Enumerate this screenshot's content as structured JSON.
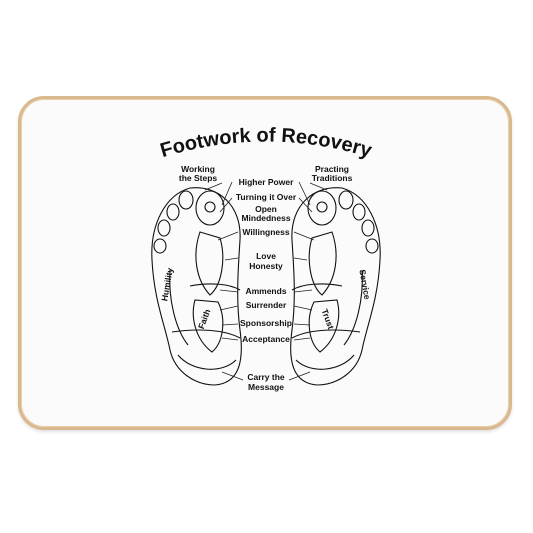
{
  "title": "Footwork of Recovery",
  "labels": {
    "working_line1": "Working",
    "working_line2": "the Steps",
    "practing_line1": "Practing",
    "practing_line2": "Traditions",
    "higher_power": "Higher Power",
    "turning": "Turning it Over",
    "open_line1": "Open",
    "open_line2": "Mindedness",
    "willingness": "Willingness",
    "love": "Love",
    "honesty": "Honesty",
    "ammends": "Ammends",
    "surrender": "Surrender",
    "sponsorship": "Sponsorship",
    "acceptance": "Acceptance",
    "carry_line1": "Carry the",
    "carry_line2": "Message",
    "humility": "Humility",
    "faith": "Faith",
    "service": "Service",
    "trust": "Trust"
  },
  "colors": {
    "mat_border": "#d9b88e",
    "mat_fill": "#fbfbfb",
    "ink": "#111111"
  }
}
